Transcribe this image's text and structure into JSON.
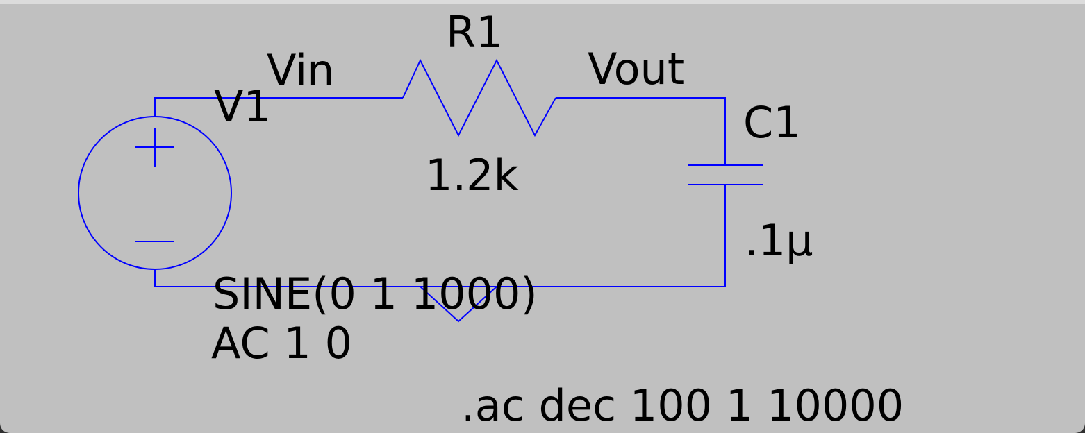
{
  "schematic": {
    "source": {
      "name": "V1",
      "value_line1": "SINE(0 1 1000)",
      "value_line2": "AC 1 0",
      "plus_symbol": "+",
      "minus_symbol": "—"
    },
    "resistor": {
      "name": "R1",
      "value": "1.2k"
    },
    "capacitor": {
      "name": "C1",
      "value": ".1µ"
    },
    "nets": {
      "input": "Vin",
      "output": "Vout"
    },
    "directive": ".ac dec 100 1 10000"
  },
  "colors": {
    "wire": "#0000ff",
    "background": "#c0c0c0",
    "text": "#000000"
  }
}
